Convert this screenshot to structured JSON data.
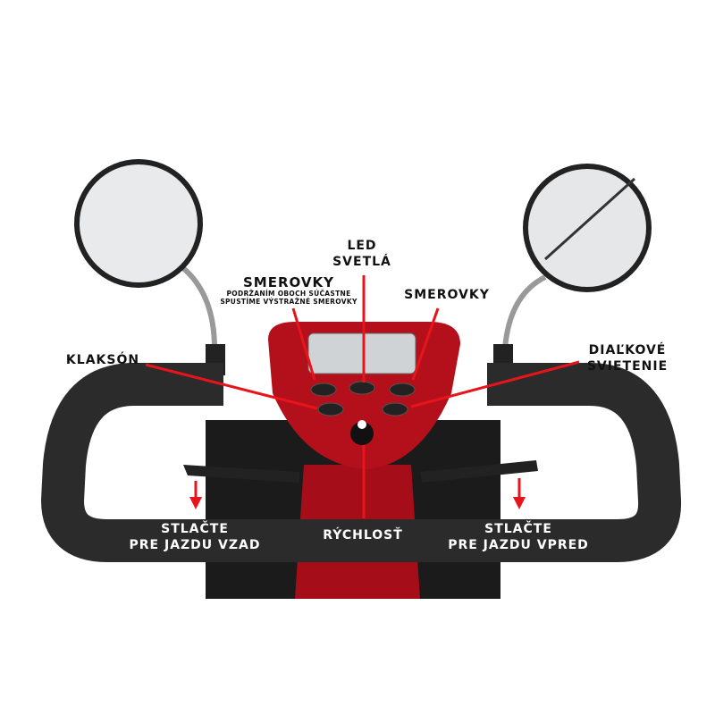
{
  "labels": {
    "horn": "KLAKSÓN",
    "turn_left_title": "SMEROVKY",
    "turn_left_note_1": "PODRŽANÍM OBOCH SÚČASTNE",
    "turn_left_note_2": "SPUSTÍME VÝSTRAŽNÉ SMEROVKY",
    "led_1": "LED",
    "led_2": "SVETLÁ",
    "turn_right": "SMEROVKY",
    "high_beam_1": "DIAĽKOVÉ",
    "high_beam_2": "SVIETENIE",
    "speed": "RÝCHLOSŤ",
    "reverse_1": "STLAČTE",
    "reverse_2": "PRE JAZDU VZAD",
    "forward_1": "STLAČTE",
    "forward_2": "PRE JAZDU VPRED"
  },
  "colors": {
    "annotation": "#e8141b",
    "body": "#b3101c",
    "grip": "#2b2b2b"
  }
}
